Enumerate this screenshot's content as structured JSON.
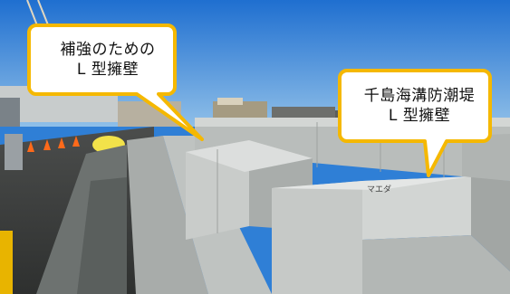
{
  "photo": {
    "subject": "concrete L-shaped seawall blocks at a coastal construction site",
    "sky_color": "#2f7fd6",
    "concrete_color": "#c9ccca"
  },
  "callouts": [
    {
      "line1": "補強のための",
      "line2": "L 型擁壁"
    },
    {
      "line1": "千島海溝防潮堤",
      "line2": "L 型擁壁"
    }
  ],
  "colors": {
    "callout_border": "#f5b800",
    "callout_fill": "#ffffff"
  }
}
